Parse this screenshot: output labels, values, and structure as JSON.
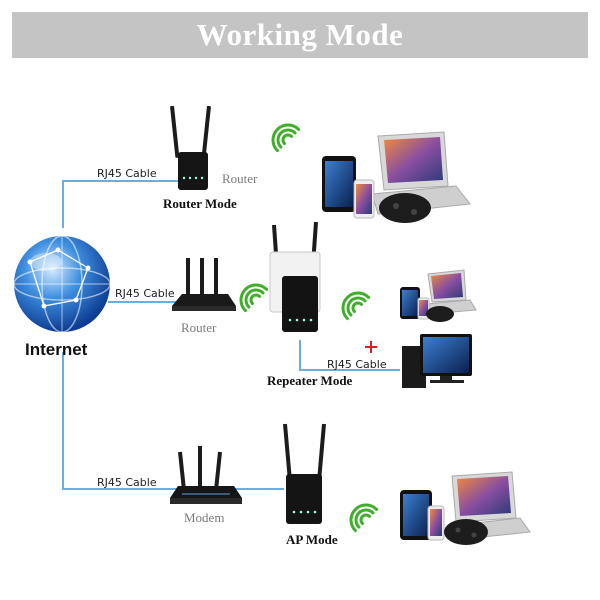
{
  "title": "Working Mode",
  "internet": "Internet",
  "cables": {
    "router_mode": "RJ45 Cable",
    "repeater_mode": "RJ45 Cable",
    "repeater_pc": "RJ45 Cable",
    "ap_mode": "RJ45 Cable"
  },
  "device_labels": {
    "router_small": "Router",
    "router_middle": "Router",
    "modem": "Modem"
  },
  "modes": {
    "router_mode": "Router Mode",
    "repeater_mode": "Repeater Mode",
    "ap_mode": "AP Mode"
  },
  "colors": {
    "banner": "#c4c4c4",
    "cable_line": "#6aaee0",
    "wifi": "#3fae2a",
    "plus": "#e02020"
  }
}
